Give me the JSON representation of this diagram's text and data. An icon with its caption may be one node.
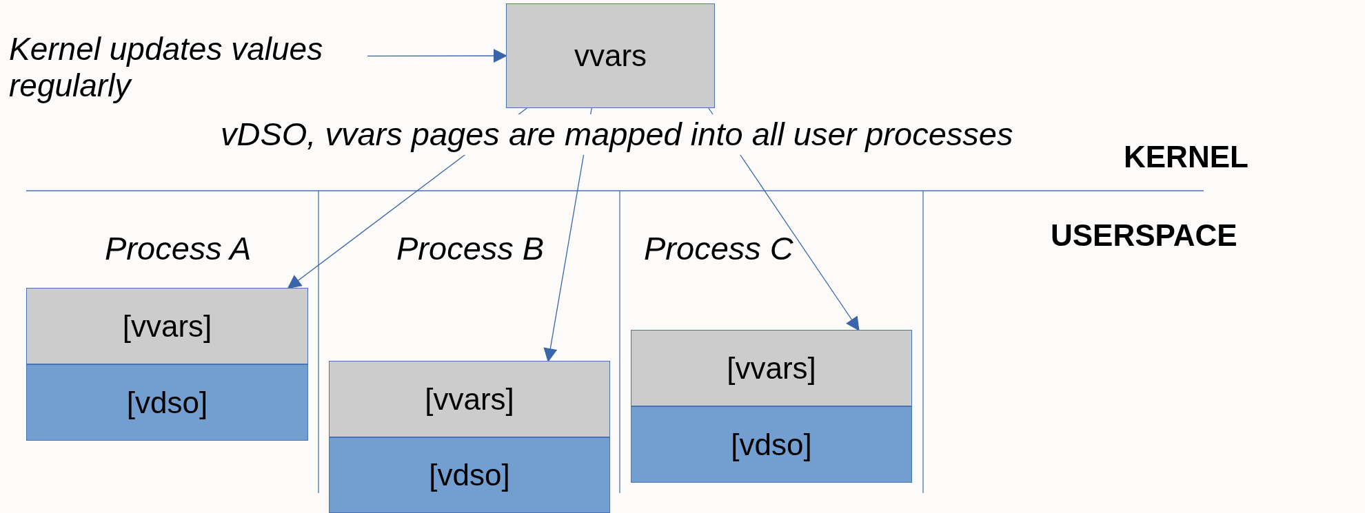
{
  "diagram": {
    "nodes": [
      {
        "text": [
          "Kernel updates values regularly"
        ]
      },
      {
        "text": [
          "vvars"
        ]
      },
      {
        "text": [
          "[vvars]"
        ]
      },
      {
        "text": [
          "[vdso]"
        ]
      },
      {
        "text": [
          "[vvars]"
        ]
      },
      {
        "text": [
          "[vdso]"
        ]
      },
      {
        "text": [
          "[vvars]"
        ]
      },
      {
        "text": [
          "[vdso]"
        ]
      }
    ],
    "edges": [
      {
        "from": 0,
        "to": 1,
        "arrow": "to"
      },
      {
        "from": 1,
        "to": 2,
        "arrow": "to"
      },
      {
        "from": 1,
        "to": 4,
        "arrow": "to"
      },
      {
        "from": 1,
        "to": 6,
        "arrow": "to"
      }
    ],
    "labels": [
      "vDSO, vvars pages are mapped into all user processes",
      "KERNEL",
      "USERSPACE",
      "Process A",
      "Process B",
      "Process C"
    ]
  }
}
